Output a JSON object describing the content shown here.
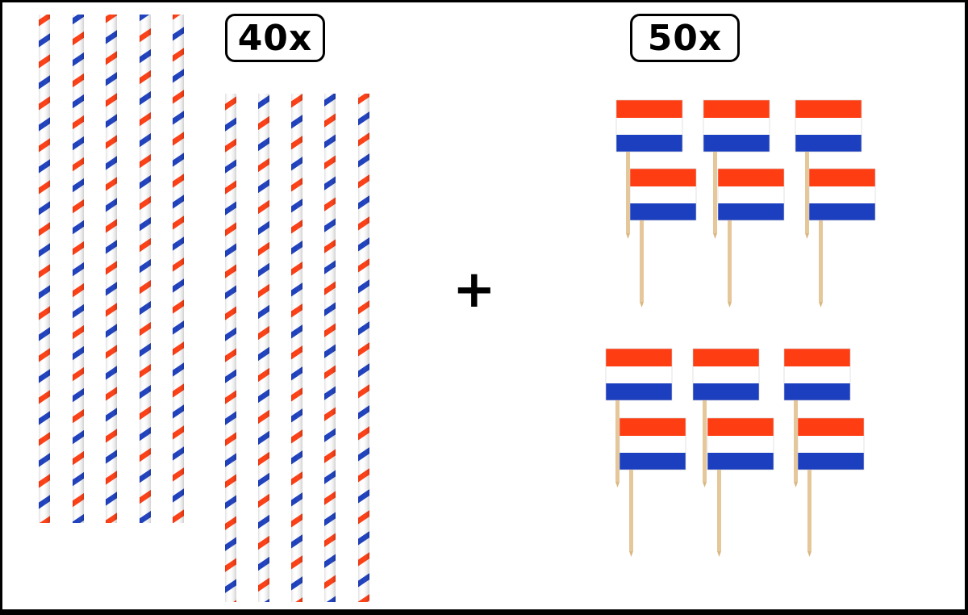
{
  "badges": {
    "straws_count": "40x",
    "flags_count": "50x"
  },
  "plus_sign": "+",
  "colors": {
    "red": "#ff3d12",
    "blue": "#1c3fbf",
    "white": "#ffffff",
    "wood": "#e5c79a",
    "border": "#000000"
  },
  "icons": {
    "straw": "striped-paper-straw",
    "flag": "dutch-flag-cocktail-pick"
  }
}
